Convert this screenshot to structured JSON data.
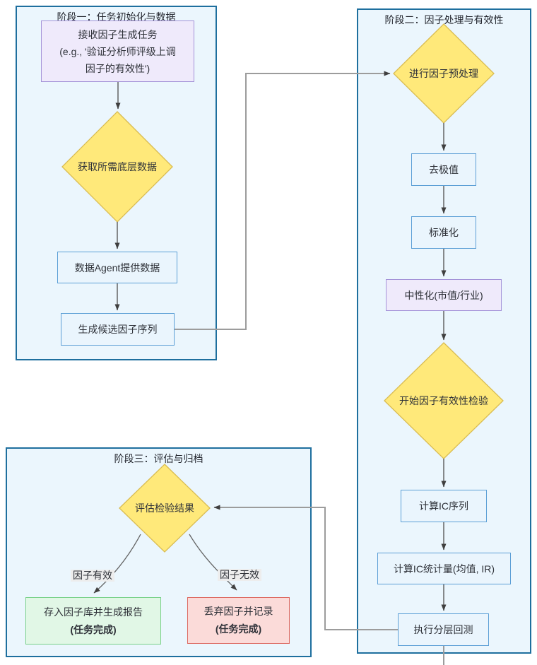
{
  "colors": {
    "container_fill": "#ebf6fd",
    "container_border": "#1e6f9e",
    "process_fill": "#eaf5fd",
    "process_border": "#5c9fd6",
    "special_fill": "#efeafb",
    "special_border": "#a493d8",
    "decision_fill": "#ffe97a",
    "decision_border": "#d9bc52",
    "success_fill": "#e1f7e6",
    "success_border": "#79d189",
    "fail_fill": "#fbdbd9",
    "fail_border": "#dd6a62",
    "edge_short": "#636363",
    "edge_long": "#9c9c9c",
    "arrowhead": "#3f3f3f",
    "edge_label_bg": "#ededed"
  },
  "phase1": {
    "title": "阶段一：任务初始化与数据",
    "task_box": {
      "line1": "接收因子生成任务",
      "line2": "(e.g., '验证分析师评级上调",
      "line3": "因子的有效性')"
    },
    "fetch_diamond": "获取所需底层数据",
    "data_agent_box": "数据Agent提供数据",
    "candidate_box": "生成候选因子序列"
  },
  "phase2": {
    "title": "阶段二：因子处理与有效性",
    "preprocess_diamond": "进行因子预处理",
    "winsorize_box": "去极值",
    "standardize_box": "标准化",
    "neutralize_box": "中性化(市值/行业)",
    "validity_diamond": "开始因子有效性检验",
    "ic_series_box": "计算IC序列",
    "ic_stats_box": "计算IC统计量(均值, IR)",
    "backtest_box": "执行分层回测"
  },
  "phase3": {
    "title": "阶段三：评估与归档",
    "evaluate_diamond": "评估检验结果",
    "valid_label": "因子有效",
    "invalid_label": "因子无效",
    "archive_box": {
      "line1": "存入因子库并生成报告",
      "line2": "(任务完成)"
    },
    "discard_box": {
      "line1": "丢弃因子并记录",
      "line2": "(任务完成)"
    }
  }
}
